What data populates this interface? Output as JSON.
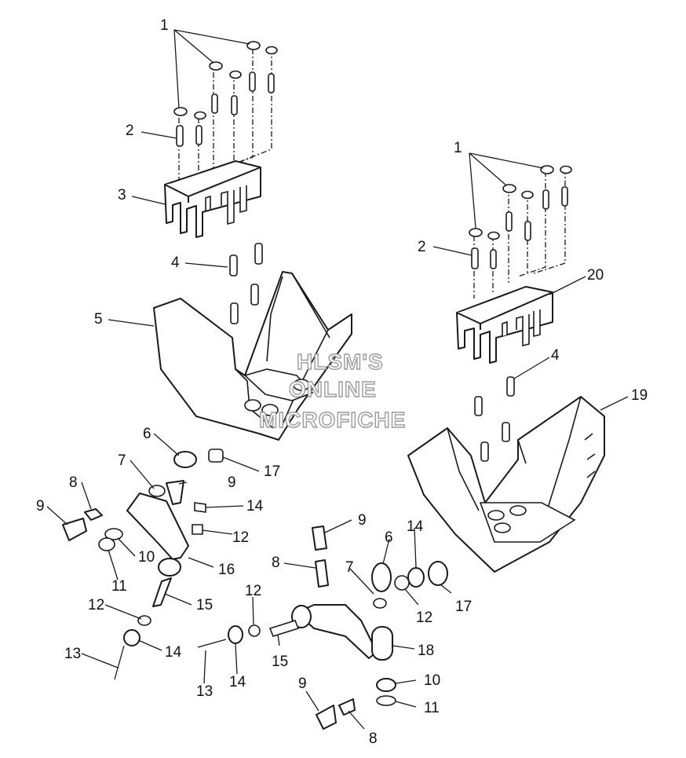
{
  "watermark": {
    "line1": "HLSM'S",
    "line2": "ONLINE",
    "line3": "MICROFICHE"
  },
  "callouts": {
    "c1a": "1",
    "c2a": "2",
    "c3": "3",
    "c4a": "4",
    "c5": "5",
    "c6a": "6",
    "c7a": "7",
    "c8a": "8",
    "c9a": "9",
    "c9b": "9",
    "c10a": "10",
    "c11a": "11",
    "c12a": "12",
    "c12b": "12",
    "c13a": "13",
    "c14a": "14",
    "c14b": "14",
    "c15a": "15",
    "c16": "16",
    "c17a": "17",
    "c1b": "1",
    "c2b": "2",
    "c20": "20",
    "c4b": "4",
    "c19": "19",
    "c9c": "9",
    "c8b": "8",
    "c7b": "7",
    "c6b": "6",
    "c14c": "14",
    "c17b": "17",
    "c12c": "12",
    "c12d": "12",
    "c18": "18",
    "c15b": "15",
    "c14d": "14",
    "c13b": "13",
    "c9d": "9",
    "c8c": "8",
    "c10b": "10",
    "c11b": "11"
  }
}
